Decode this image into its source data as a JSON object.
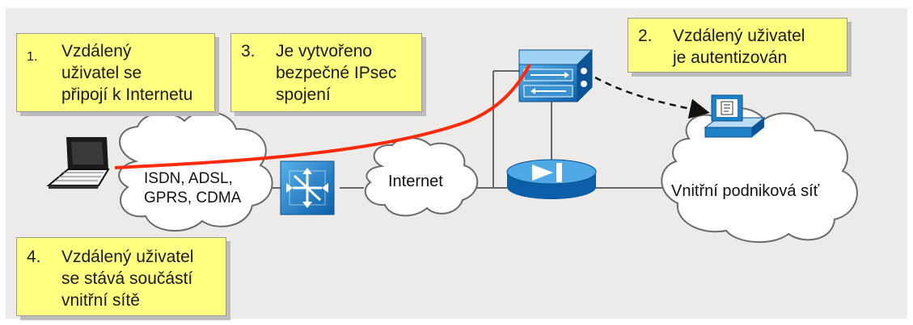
{
  "notes": [
    {
      "number": "1.",
      "text": "Vzdálený\nuživatel se\npřipojí k Internetu"
    },
    {
      "number": "3.",
      "text": "Je vytvořeno\nbezpečné IPsec\nspojení"
    },
    {
      "number": "2.",
      "text": "Vzdálený uživatel\nje autentizován"
    },
    {
      "number": "4.",
      "text": "Vzdálený uživatel\nse stává součástí\nvnitřní sítě"
    }
  ],
  "clouds": {
    "access": "ISDN, ADSL,\nGPRS, CDMA",
    "internet": "Internet",
    "internal": "Vnitřní podniková síť"
  },
  "colors": {
    "note_fill": "#ffff80",
    "device_blue": "#1f80c8",
    "tunnel_red": "#ff2a0a"
  },
  "icons": [
    "laptop-icon",
    "router-icon",
    "vpn-concentrator-icon",
    "firewall-icon",
    "server-icon"
  ]
}
